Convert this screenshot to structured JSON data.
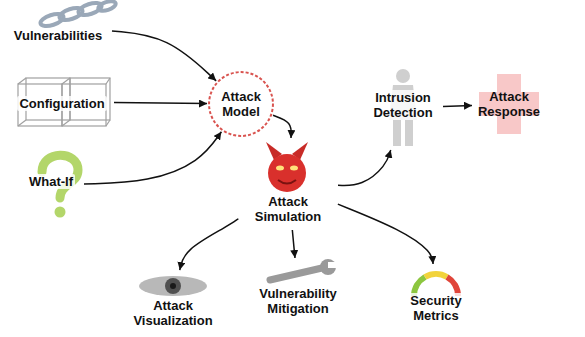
{
  "diagram": {
    "nodes": [
      {
        "text": [
          "Vulnerabilities"
        ]
      },
      {
        "text": [
          "Configuration"
        ]
      },
      {
        "text": [
          "What-If"
        ]
      },
      {
        "text": [
          "Attack Model"
        ]
      },
      {
        "text": [
          "Attack Simulation"
        ]
      },
      {
        "text": [
          "Intrusion Detection"
        ]
      },
      {
        "text": [
          "Attack Response"
        ]
      },
      {
        "text": [
          "Attack Visualization"
        ]
      },
      {
        "text": [
          "Vulnerability Mitigation"
        ]
      },
      {
        "text": [
          "Security Metrics"
        ]
      }
    ],
    "edges": [
      {
        "from": 0,
        "to": 3,
        "arrow": "to"
      },
      {
        "from": 1,
        "to": 3,
        "arrow": "to"
      },
      {
        "from": 2,
        "to": 3,
        "arrow": "to"
      },
      {
        "from": 3,
        "to": 4,
        "arrow": "to"
      },
      {
        "from": 4,
        "to": 5,
        "arrow": "to"
      },
      {
        "from": 5,
        "to": 6,
        "arrow": "to"
      },
      {
        "from": 4,
        "to": 7,
        "arrow": "to"
      },
      {
        "from": 4,
        "to": 8,
        "arrow": "to"
      },
      {
        "from": 4,
        "to": 9,
        "arrow": "to"
      }
    ]
  }
}
